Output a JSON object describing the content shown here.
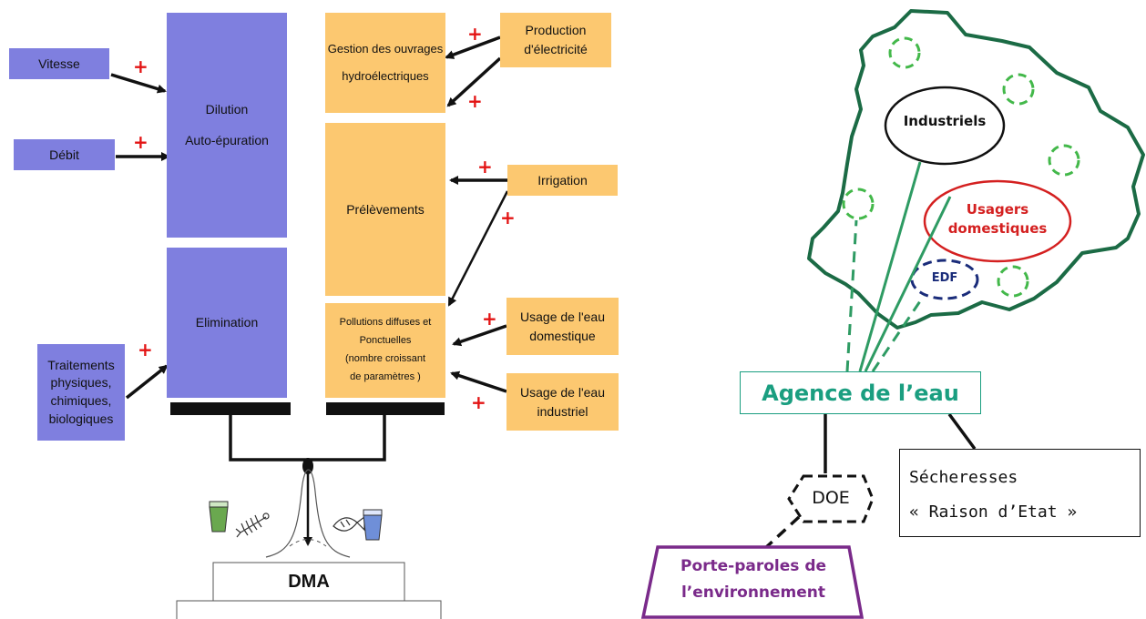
{
  "left_diagram": {
    "blue_inputs": {
      "vitesse": "Vitesse",
      "debit": "Débit",
      "traitements": [
        "Traitements",
        "physiques,",
        "chimiques,",
        "biologiques"
      ]
    },
    "blue_main": {
      "dilution": [
        "Dilution",
        "Auto-épuration"
      ],
      "elimination": "Elimination"
    },
    "orange_main": {
      "gestion": [
        "Gestion des ouvrages",
        "hydroélectriques"
      ],
      "prelevements": "Prélèvements",
      "pollutions": [
        "Pollutions diffuses et",
        "Ponctuelles",
        "(nombre croissant",
        "de paramètres )"
      ]
    },
    "orange_inputs": {
      "production": [
        "Production",
        "d'électricité"
      ],
      "irrigation": "Irrigation",
      "usage_domestique": [
        "Usage de l'eau",
        "domestique"
      ],
      "usage_industriel": [
        "Usage de l'eau",
        "industriel"
      ]
    },
    "plus_sign": "+",
    "dma_label": "DMA"
  },
  "right_diagram": {
    "industriels": "Industriels",
    "usagers": [
      "Usagers",
      "domestiques"
    ],
    "edf": "EDF",
    "agence": "Agence de l’eau",
    "secheresses": "Sécheresses",
    "raison": "« Raison d’Etat »",
    "doe": "DOE",
    "porte_paroles": [
      "Porte-paroles de",
      "l’environnement"
    ]
  },
  "colors": {
    "blue": "#7f7fdf",
    "orange": "#fcc870",
    "plus": "#e31414",
    "map_outline": "#1b6b45",
    "agence_text": "#1a9e80",
    "usagers": "#d42020",
    "edf": "#1a2c7a",
    "porte_paroles": "#7a2a8a",
    "green_dashed": "#43b84a"
  }
}
